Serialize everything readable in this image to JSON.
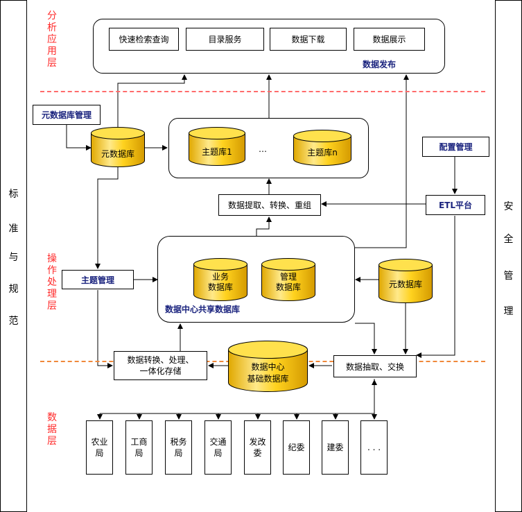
{
  "left_sidebar": {
    "chars": [
      "标",
      "准",
      "与",
      "规",
      "范"
    ]
  },
  "right_sidebar": {
    "chars": [
      "安",
      "全",
      "管",
      "理"
    ]
  },
  "layers": {
    "analysis": "分析应用层",
    "operation": "操作处理层",
    "data": "数据层"
  },
  "publish": {
    "buttons": [
      "快速检索查询",
      "目录服务",
      "数据下载",
      "数据展示"
    ],
    "label": "数据发布"
  },
  "metadata_mgmt": "元数据库管理",
  "metadata_db_top": "元数据库",
  "theme_dbs": {
    "db1": "主题库1",
    "ellipsis": "…",
    "dbn": "主题库n"
  },
  "config_mgmt": "配置管理",
  "etl_platform": "ETL平台",
  "extract_transform": "数据提取、转换、重组",
  "theme_mgmt": "主题管理",
  "shared_center": {
    "business_db": "业务\n数据库",
    "mgmt_db": "管理\n数据库",
    "label": "数据中心共享数据库"
  },
  "metadata_db_right": "元数据库",
  "transform_store": "数据转换、处理、\n一体化存储",
  "base_db": "数据中心\n基础数据库",
  "extract_exchange": "数据抽取、交换",
  "sources": [
    "农业\n局",
    "工商\n局",
    "税务\n局",
    "交通\n局",
    "发改\n委",
    "纪委",
    "建委",
    ". . ."
  ]
}
